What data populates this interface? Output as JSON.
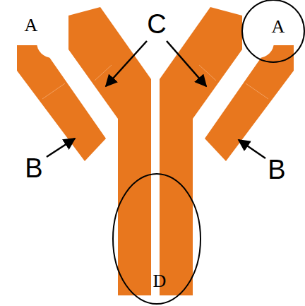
{
  "diagram": {
    "labels": [
      "A",
      "C",
      "A",
      "B",
      "B",
      "D"
    ]
  }
}
